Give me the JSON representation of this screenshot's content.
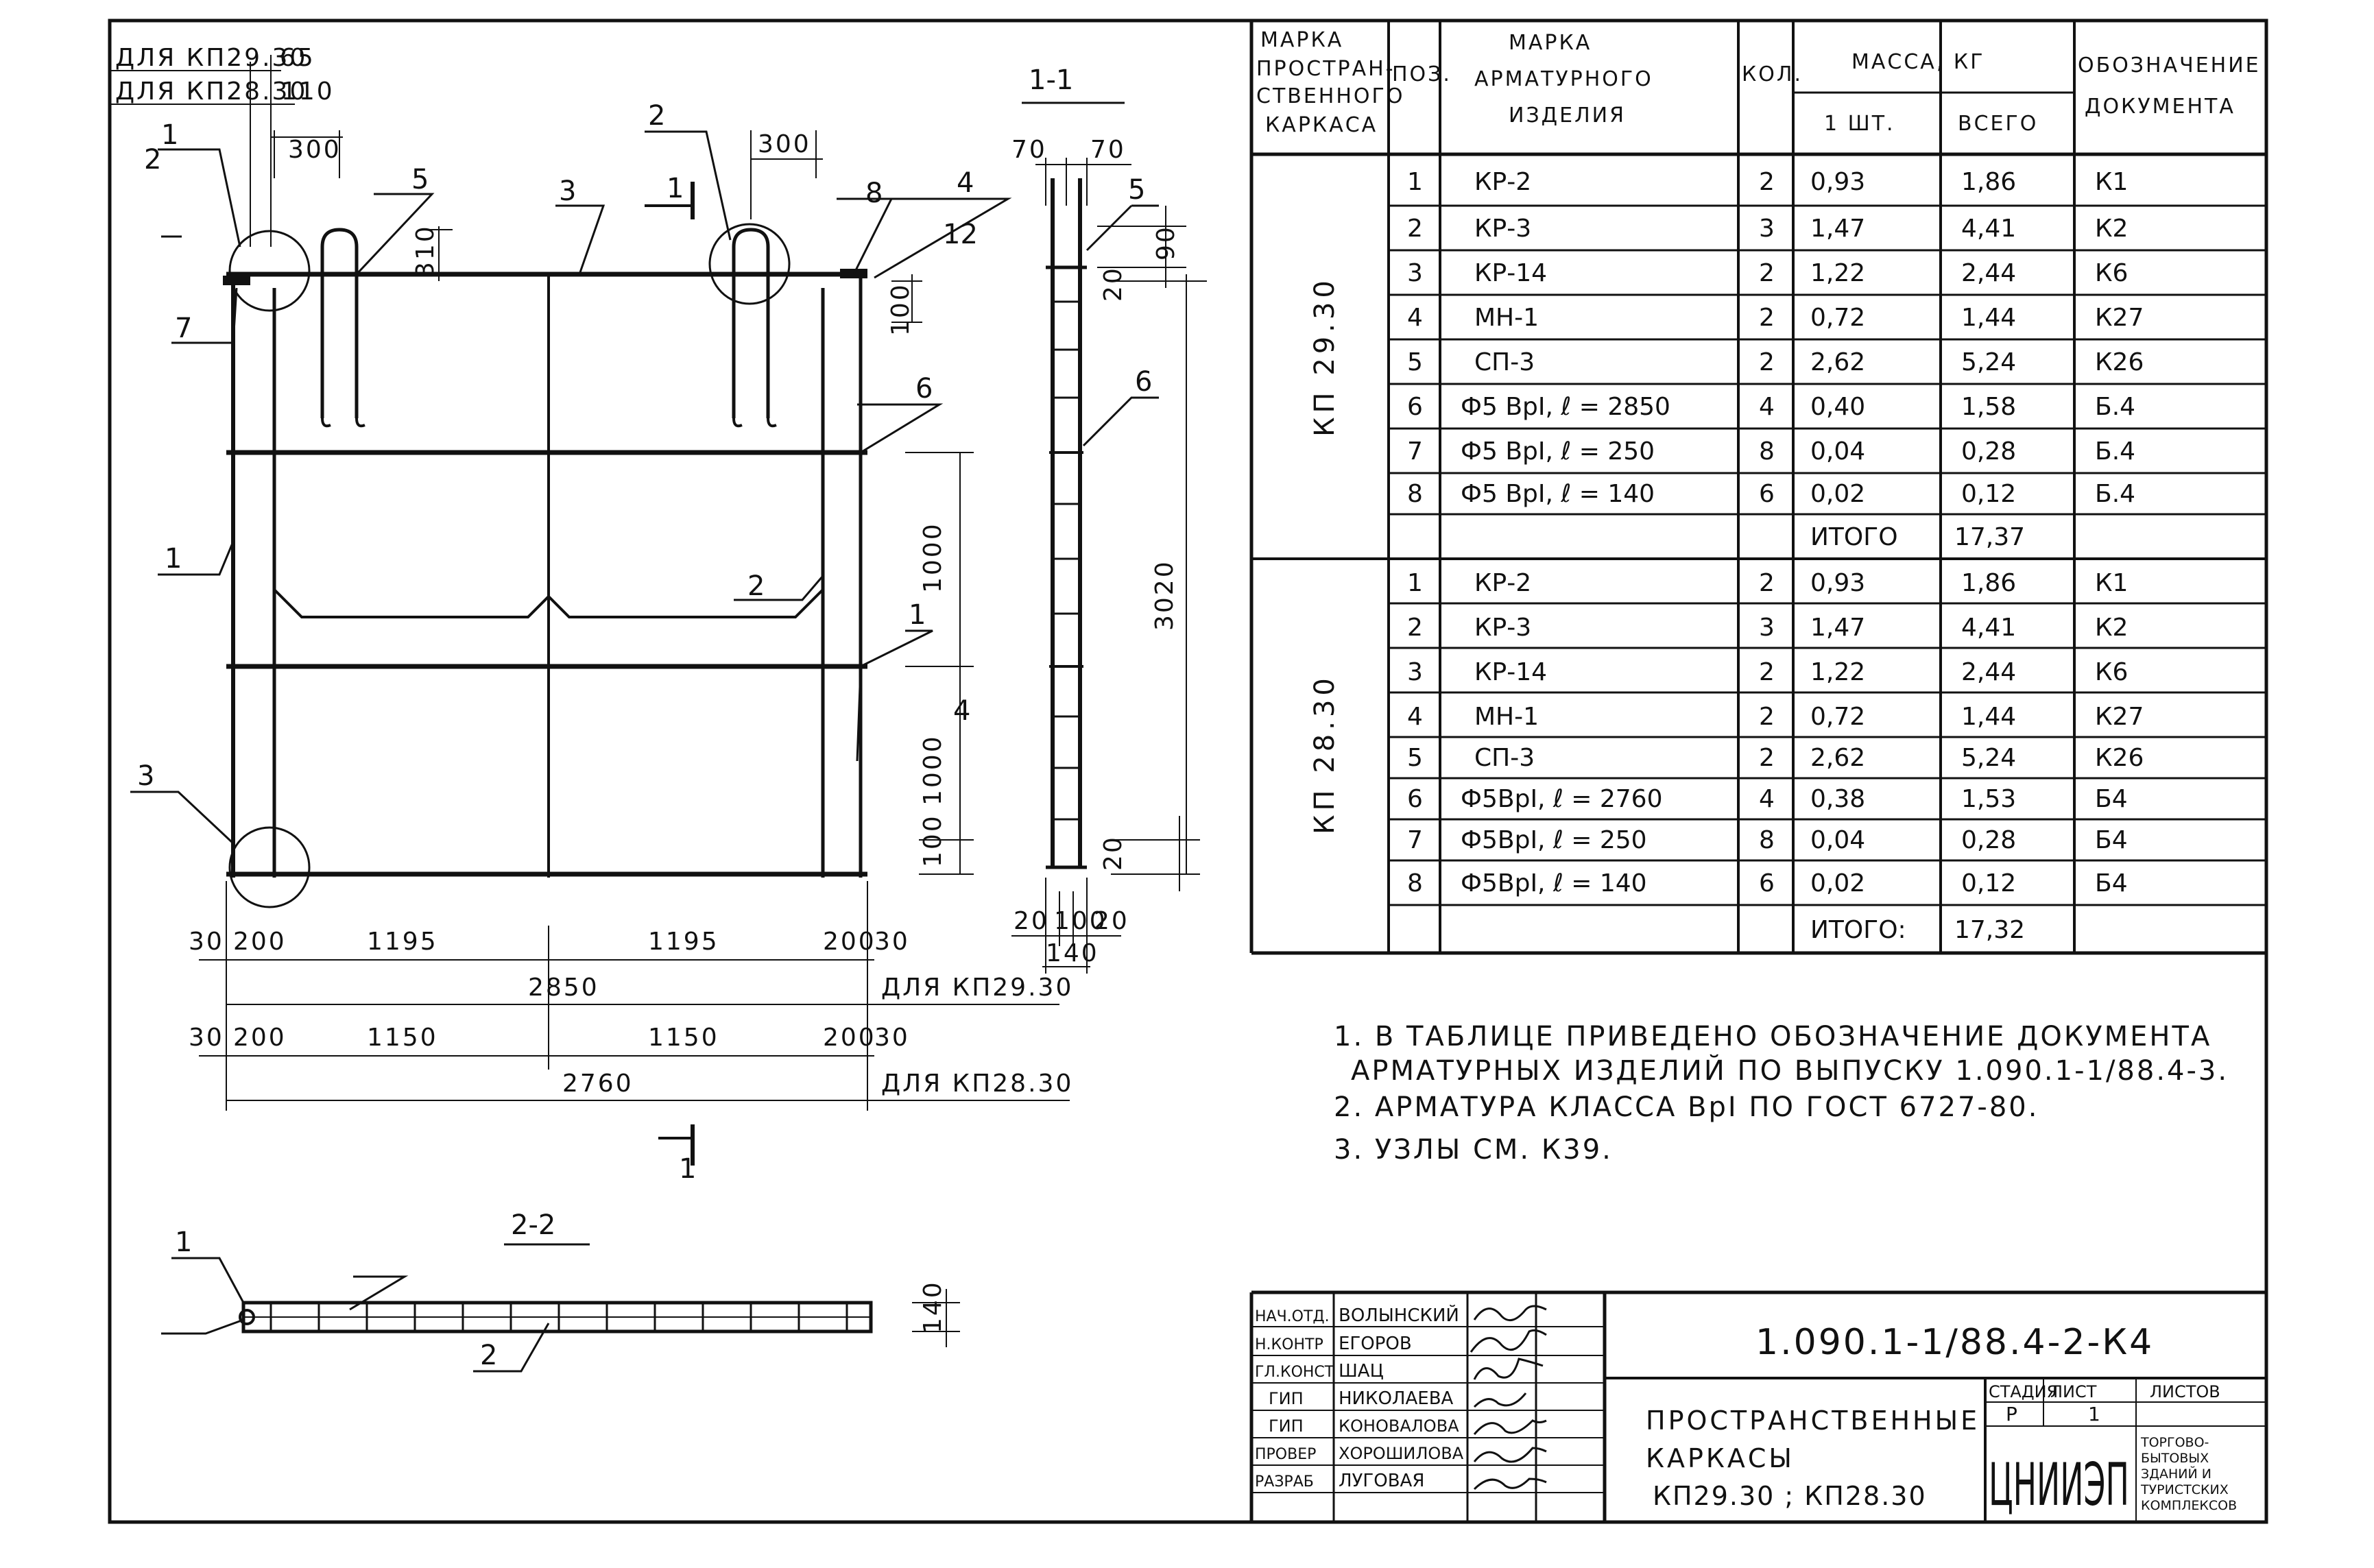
{
  "drawing": {
    "dim_notes": {
      "for_kp2930": "ДЛЯ КП29.30",
      "for_kp2830": "ДЛЯ КП28.30",
      "d65": "65",
      "d110": "110"
    },
    "section_labels": {
      "s11": "1-1",
      "s22": "2-2",
      "cut_mark": "1"
    },
    "positions": [
      "1",
      "2",
      "3",
      "4",
      "5",
      "6",
      "7",
      "8",
      "1",
      "2",
      "1",
      "2",
      "3",
      "4",
      "5",
      "6",
      "1",
      "2",
      "12"
    ],
    "main_dims": {
      "d300a": "300",
      "d300b": "300",
      "d310": "310",
      "d100top": "100",
      "d1000a": "1000",
      "d1000b": "1000",
      "d100bot": "100",
      "d3020": "3020",
      "d70a": "70",
      "d70b": "70",
      "d90": "90",
      "d20a": "20",
      "d20b": "20",
      "d20c": "20",
      "d100s": "100",
      "d20d": "20",
      "d140": "140",
      "d140b": "140"
    },
    "bottom_dims_2930": {
      "d30a": "30",
      "d200a": "200",
      "d1195a": "1195",
      "d1195b": "1195",
      "d200b": "200",
      "d30b": "30",
      "total": "2850",
      "label": "ДЛЯ КП29.30"
    },
    "bottom_dims_2830": {
      "d30a": "30",
      "d200a": "200",
      "d1150a": "1150",
      "d1150b": "1150",
      "d200b": "200",
      "d30b": "30",
      "total": "2760",
      "label": "ДЛЯ КП28.30"
    }
  },
  "table": {
    "headers": {
      "marka_prostr": [
        "МАРКА",
        "ПРОСТРАН-",
        "СТВЕННОГО",
        "КАРКАСА"
      ],
      "poz": "ПОЗ.",
      "marka_arm": [
        "МАРКА",
        "АРМАТУРНОГО",
        "ИЗДЕЛИЯ"
      ],
      "kol": "КОЛ.",
      "massa": "МАССА, КГ",
      "massa_1": "1 ШТ.",
      "massa_all": "ВСЕГО",
      "oboz": [
        "ОБОЗНАЧЕНИЕ",
        "ДОКУМЕНТА"
      ]
    },
    "groups": [
      {
        "name": "КП 29.30",
        "rows": [
          {
            "poz": "1",
            "mark": "КР-2",
            "kol": "2",
            "one": "0,93",
            "all": "1,86",
            "doc": "К1"
          },
          {
            "poz": "2",
            "mark": "КР-3",
            "kol": "3",
            "one": "1,47",
            "all": "4,41",
            "doc": "К2"
          },
          {
            "poz": "3",
            "mark": "КР-14",
            "kol": "2",
            "one": "1,22",
            "all": "2,44",
            "doc": "К6"
          },
          {
            "poz": "4",
            "mark": "МН-1",
            "kol": "2",
            "one": "0,72",
            "all": "1,44",
            "doc": "К27"
          },
          {
            "poz": "5",
            "mark": "СП-3",
            "kol": "2",
            "one": "2,62",
            "all": "5,24",
            "doc": "К26"
          },
          {
            "poz": "6",
            "mark": "Ф5 ВрI, ℓ = 2850",
            "kol": "4",
            "one": "0,40",
            "all": "1,58",
            "doc": "Б.4"
          },
          {
            "poz": "7",
            "mark": "Ф5 ВрI, ℓ = 250",
            "kol": "8",
            "one": "0,04",
            "all": "0,28",
            "doc": "Б.4"
          },
          {
            "poz": "8",
            "mark": "Ф5 ВрI, ℓ = 140",
            "kol": "6",
            "one": "0,02",
            "all": "0,12",
            "doc": "Б.4"
          }
        ],
        "total_label": "ИТОГО",
        "total": "17,37"
      },
      {
        "name": "КП 28.30",
        "rows": [
          {
            "poz": "1",
            "mark": "КР-2",
            "kol": "2",
            "one": "0,93",
            "all": "1,86",
            "doc": "К1"
          },
          {
            "poz": "2",
            "mark": "КР-3",
            "kol": "3",
            "one": "1,47",
            "all": "4,41",
            "doc": "К2"
          },
          {
            "poz": "3",
            "mark": "КР-14",
            "kol": "2",
            "one": "1,22",
            "all": "2,44",
            "doc": "К6"
          },
          {
            "poz": "4",
            "mark": "МН-1",
            "kol": "2",
            "one": "0,72",
            "all": "1,44",
            "doc": "К27"
          },
          {
            "poz": "5",
            "mark": "СП-3",
            "kol": "2",
            "one": "2,62",
            "all": "5,24",
            "doc": "К26"
          },
          {
            "poz": "6",
            "mark": "Ф5ВрI, ℓ = 2760",
            "kol": "4",
            "one": "0,38",
            "all": "1,53",
            "doc": "Б4"
          },
          {
            "poz": "7",
            "mark": "Ф5ВрI, ℓ = 250",
            "kol": "8",
            "one": "0,04",
            "all": "0,28",
            "doc": "Б4"
          },
          {
            "poz": "8",
            "mark": "Ф5ВрI, ℓ = 140",
            "kol": "6",
            "one": "0,02",
            "all": "0,12",
            "doc": "Б4"
          }
        ],
        "total_label": "ИТОГО:",
        "total": "17,32"
      }
    ]
  },
  "notes": [
    "1.  В ТАБЛИЦЕ ПРИВЕДЕНО ОБОЗНАЧЕНИЕ ДОКУМЕНТА",
    "АРМАТУРНЫХ ИЗДЕЛИЙ ПО ВЫПУСКУ 1.090.1-1/88.4-3.",
    "2.  АРМАТУРА КЛАССА ВрI ПО ГОСТ 6727-80.",
    "3.  УЗЛЫ СМ. К39."
  ],
  "title_block": {
    "doc_code": "1.090.1-1/88.4-2-К4",
    "title": [
      "ПРОСТРАНСТВЕННЫЕ",
      "КАРКАСЫ",
      "КП29.30 ; КП28.30"
    ],
    "roles": [
      {
        "role": "НАЧ.ОТД.",
        "name": "ВОЛЫНСКИЙ"
      },
      {
        "role": "Н.КОНТР",
        "name": "ЕГОРОВ"
      },
      {
        "role": "ГЛ.КОНСТ",
        "name": "ШАЦ"
      },
      {
        "role": "ГИП",
        "name": "НИКОЛАЕВА"
      },
      {
        "role": "ГИП",
        "name": "КОНОВАЛОВА"
      },
      {
        "role": "ПРОВЕР",
        "name": "ХОРОШИЛОВА"
      },
      {
        "role": "РАЗРАБ",
        "name": "ЛУГОВАЯ"
      }
    ],
    "stage_label": "СТАДИЯ",
    "sheet_label": "ЛИСТ",
    "sheets_label": "ЛИСТОВ",
    "stage": "Р",
    "sheet": "1",
    "sheets": "",
    "org": "ЦНИИЭП",
    "org_sub": [
      "ТОРГОВО-",
      "БЫТОВЫХ",
      "ЗДАНИЙ И",
      "ТУРИСТСКИХ",
      "КОМПЛЕКСОВ"
    ]
  }
}
